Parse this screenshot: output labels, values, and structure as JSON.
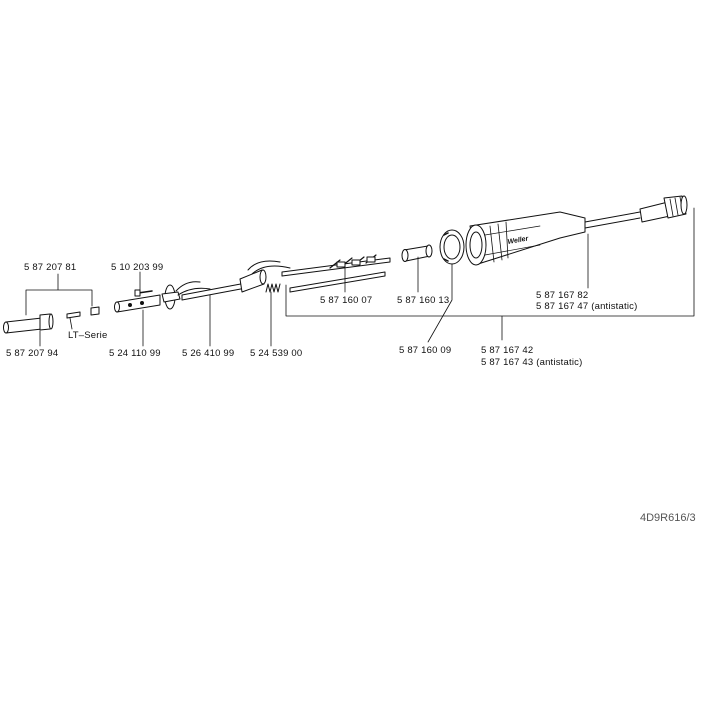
{
  "labels": {
    "p1": "5 87 207 81",
    "p2": "5 87 207 94",
    "p3": "LT–Serie",
    "p4": "5 10 203 99",
    "p5": "5 24 110 99",
    "p6": "5 26 410 99",
    "p7": "5 24 539 00",
    "p8": "5 87 160 07",
    "p9": "5 87 160 13",
    "p10": "5 87 160 09",
    "p11a": "5 87 167 42",
    "p11b": "5 87 167 43  (antistatic)",
    "p12a": "5 87 167 82",
    "p12b": "5 87 167 47  (antistatic)"
  },
  "drawing_code": "4D9R616/3",
  "brand_mark": "Weller"
}
